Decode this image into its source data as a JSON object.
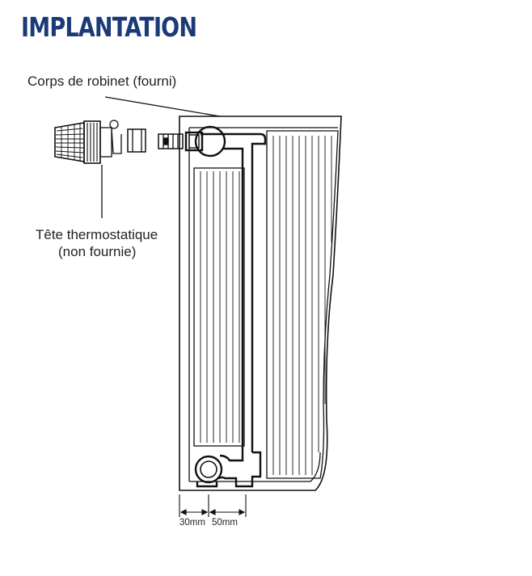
{
  "title": "IMPLANTATION",
  "labels": {
    "valve_body": "Corps de robinet (fourni)",
    "thermostatic_head_line1": "Tête thermostatique",
    "thermostatic_head_line2": "(non fournie)",
    "dimension_left": "30mm",
    "dimension_right": "50mm"
  },
  "colors": {
    "title": "#1a3a78",
    "line": "#111111",
    "text": "#222222"
  }
}
